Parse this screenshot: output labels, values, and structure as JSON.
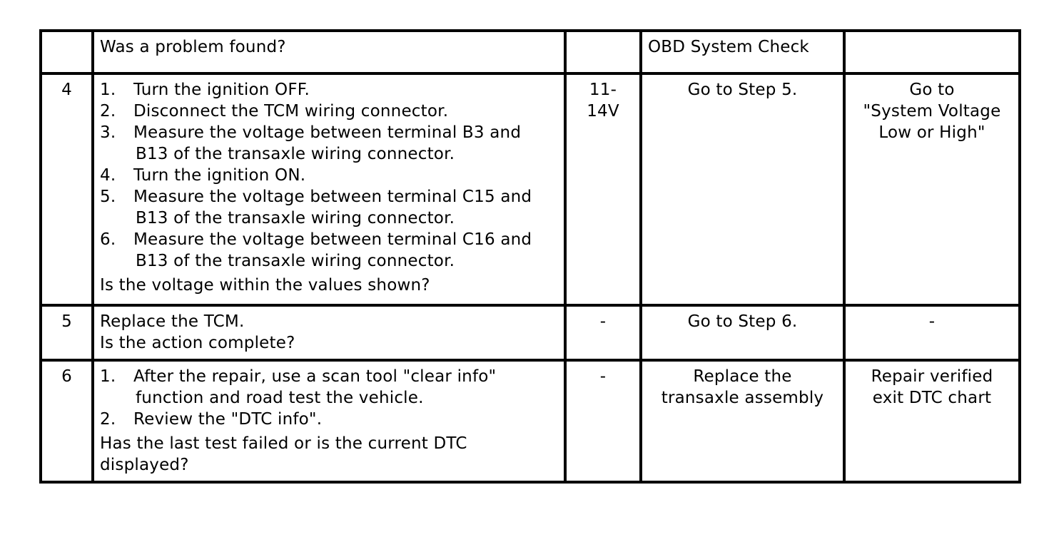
{
  "table": {
    "rows": [
      {
        "step": "",
        "question": "Was a problem found?",
        "value": "",
        "yes": "OBD System Check",
        "no": ""
      },
      {
        "step": "4",
        "actions": [
          {
            "num": "1.",
            "text": "Turn the ignition OFF."
          },
          {
            "num": "2.",
            "text": "Disconnect the TCM wiring connector."
          },
          {
            "num": "3.",
            "text": "Measure the voltage between terminal B3 and",
            "cont": "B13 of the transaxle wiring connector."
          },
          {
            "num": "4.",
            "text": "Turn the ignition ON."
          },
          {
            "num": "5.",
            "text": "Measure the voltage between terminal C15 and",
            "cont": "B13 of the transaxle wiring connector."
          },
          {
            "num": "6.",
            "text": "Measure the voltage between terminal C16 and",
            "cont": "B13 of the transaxle wiring connector."
          }
        ],
        "question": "Is the voltage within the values shown?",
        "value_line1": "11-",
        "value_line2": "14V",
        "yes": "Go to Step 5.",
        "no_line1": "Go to",
        "no_line2": "\"System Voltage",
        "no_line3": "Low or High\""
      },
      {
        "step": "5",
        "action": "Replace the TCM.",
        "question": "Is the action complete?",
        "value": "-",
        "yes": "Go to Step 6.",
        "no": "-"
      },
      {
        "step": "6",
        "actions": [
          {
            "num": "1.",
            "text": "After the repair, use a scan tool \"clear info\"",
            "cont": "function and road test the vehicle."
          },
          {
            "num": "2.",
            "text": "Review the \"DTC info\"."
          }
        ],
        "question_line1": "Has the last test failed or is the current DTC",
        "question_line2": "displayed?",
        "value": "-",
        "yes_line1": "Replace the",
        "yes_line2": "transaxle assembly",
        "no_line1": "Repair verified",
        "no_line2": "exit DTC chart"
      }
    ]
  }
}
